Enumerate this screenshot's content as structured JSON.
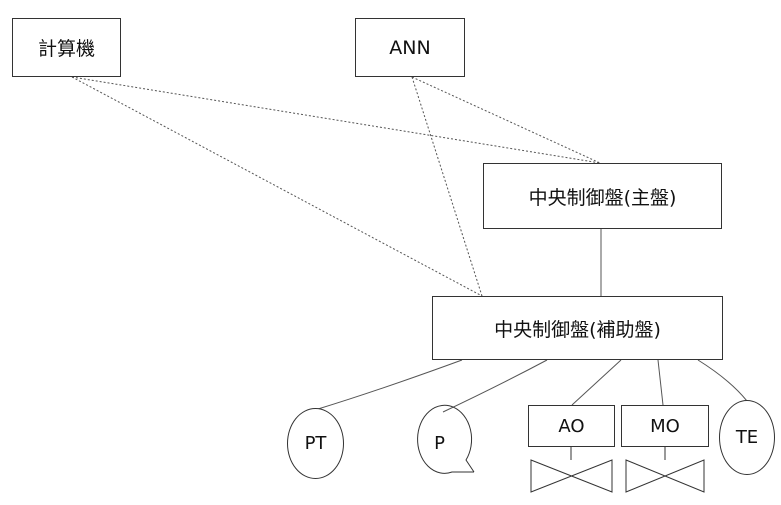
{
  "nodes": {
    "computer": "計算機",
    "ann": "ANN",
    "central_main": "中央制御盤(主盤)",
    "central_aux": "中央制御盤(補助盤)",
    "pt": "PT",
    "pump": "P",
    "ao": "AO",
    "mo": "MO",
    "te": "TE"
  }
}
